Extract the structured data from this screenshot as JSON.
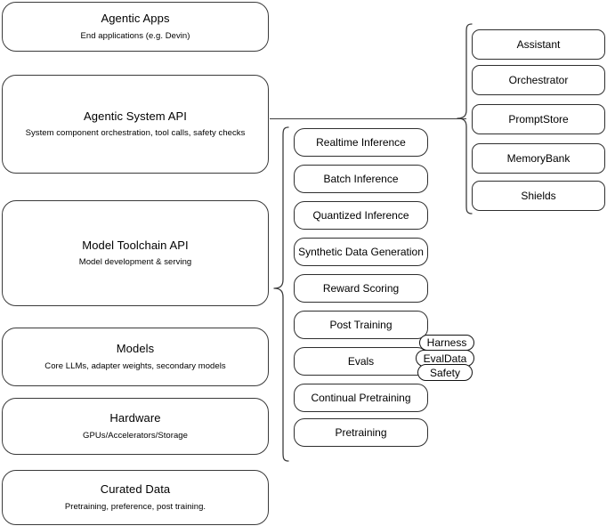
{
  "diagram": {
    "title": "LLM Stack Architecture",
    "background_color": "#ffffff",
    "stroke_color": "#3a3a3a"
  },
  "left_stack": {
    "name": "stack-layers",
    "items": [
      {
        "id": "agentic-apps",
        "title": "Agentic Apps",
        "subtitle": "End applications (e.g. Devin)"
      },
      {
        "id": "agentic-system-api",
        "title": "Agentic System API",
        "subtitle": "System component orchestration, tool calls, safety checks"
      },
      {
        "id": "model-toolchain-api",
        "title": "Model Toolchain API",
        "subtitle": "Model development & serving"
      },
      {
        "id": "models",
        "title": "Models",
        "subtitle": "Core LLMs, adapter weights, secondary models"
      },
      {
        "id": "hardware",
        "title": "Hardware",
        "subtitle": "GPUs/Accelerators/Storage"
      },
      {
        "id": "curated-data",
        "title": "Curated Data",
        "subtitle": "Pretraining, preference, post training."
      }
    ]
  },
  "toolchain_capabilities": {
    "name": "model-toolchain-capabilities",
    "items": [
      {
        "id": "realtime-inference",
        "label": "Realtime Inference"
      },
      {
        "id": "batch-inference",
        "label": "Batch Inference"
      },
      {
        "id": "quantized-inference",
        "label": "Quantized Inference"
      },
      {
        "id": "synthetic-data-generation",
        "label": "Synthetic Data Generation"
      },
      {
        "id": "reward-scoring",
        "label": "Reward Scoring"
      },
      {
        "id": "post-training",
        "label": "Post Training"
      },
      {
        "id": "evals",
        "label": "Evals"
      },
      {
        "id": "continual-pretraining",
        "label": "Continual Pretraining"
      },
      {
        "id": "pretraining",
        "label": "Pretraining"
      }
    ]
  },
  "evals_subitems": {
    "name": "evals-detail-pills",
    "items": [
      {
        "id": "harness",
        "label": "Harness"
      },
      {
        "id": "evaldata",
        "label": "EvalData"
      },
      {
        "id": "safety",
        "label": "Safety"
      }
    ]
  },
  "agentic_components": {
    "name": "agentic-system-components",
    "items": [
      {
        "id": "assistant",
        "label": "Assistant"
      },
      {
        "id": "orchestrator",
        "label": "Orchestrator"
      },
      {
        "id": "promptstore",
        "label": "PromptStore"
      },
      {
        "id": "memorybank",
        "label": "MemoryBank"
      },
      {
        "id": "shields",
        "label": "Shields"
      }
    ]
  }
}
